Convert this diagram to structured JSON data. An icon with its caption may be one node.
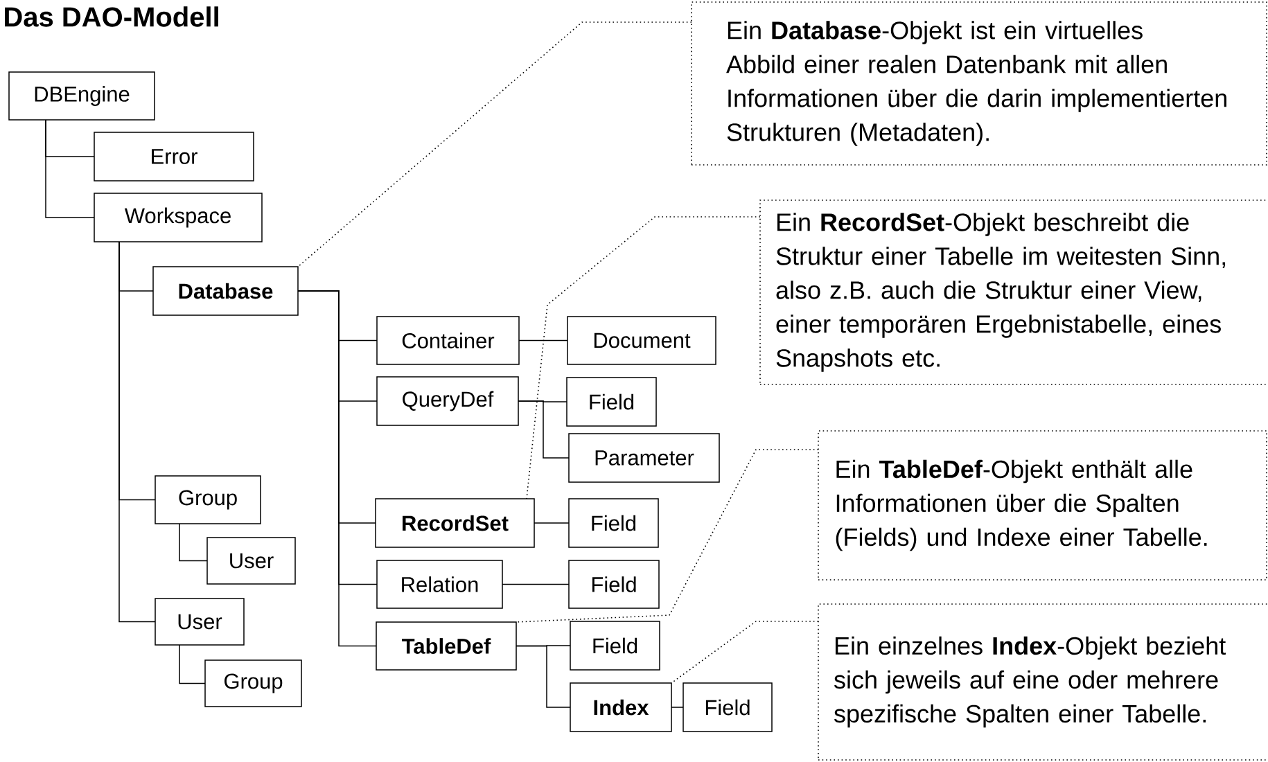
{
  "diagram": {
    "title": "Das DAO-Modell",
    "nodes": [
      {
        "text": [
          "DBEngine"
        ]
      },
      {
        "text": [
          "Error"
        ]
      },
      {
        "text": [
          "Workspace"
        ]
      },
      {
        "text": [
          "Database"
        ]
      },
      {
        "text": [
          "Container"
        ]
      },
      {
        "text": [
          "Document"
        ]
      },
      {
        "text": [
          "QueryDef"
        ]
      },
      {
        "text": [
          "Field"
        ]
      },
      {
        "text": [
          "Parameter"
        ]
      },
      {
        "text": [
          "Group"
        ]
      },
      {
        "text": [
          "User"
        ]
      },
      {
        "text": [
          "RecordSet"
        ]
      },
      {
        "text": [
          "Field"
        ]
      },
      {
        "text": [
          "Relation"
        ]
      },
      {
        "text": [
          "Field"
        ]
      },
      {
        "text": [
          "User"
        ]
      },
      {
        "text": [
          "Group"
        ]
      },
      {
        "text": [
          "TableDef"
        ]
      },
      {
        "text": [
          "Field"
        ]
      },
      {
        "text": [
          "Index"
        ]
      },
      {
        "text": [
          "Field"
        ]
      },
      {
        "text": [
          "Ein **Database**-Objekt ist ein virtuelles Abbild einer realen Datenbank mit allen Informationen über die darin implementierten Strukturen (Metadaten)."
        ]
      },
      {
        "text": [
          "Ein **RecordSet**-Objekt beschreibt die Struktur einer Tabelle im weitesten Sinn, also z.B. auch die Struktur einer View, einer temporären Ergebnistabelle, eines Snapshots etc."
        ]
      },
      {
        "text": [
          "Ein **TableDef**-Objekt enthält alle Informationen über die Spalten (Fields) und Indexe einer Tabelle."
        ]
      },
      {
        "text": [
          "Ein einzelnes **Index**-Objekt bezieht sich jeweils auf eine oder mehrere spezifische Spalten einer Tabelle."
        ]
      }
    ],
    "edges": [
      {
        "from": 0,
        "to": 1,
        "arrow": "none"
      },
      {
        "from": 0,
        "to": 2,
        "arrow": "none"
      },
      {
        "from": 2,
        "to": 3,
        "arrow": "none"
      },
      {
        "from": 2,
        "to": 9,
        "arrow": "none"
      },
      {
        "from": 2,
        "to": 15,
        "arrow": "none"
      },
      {
        "from": 3,
        "to": 4,
        "arrow": "none"
      },
      {
        "from": 3,
        "to": 6,
        "arrow": "none"
      },
      {
        "from": 3,
        "to": 11,
        "arrow": "none"
      },
      {
        "from": 3,
        "to": 13,
        "arrow": "none"
      },
      {
        "from": 3,
        "to": 17,
        "arrow": "none"
      },
      {
        "from": 4,
        "to": 5,
        "arrow": "none"
      },
      {
        "from": 6,
        "to": 7,
        "arrow": "none"
      },
      {
        "from": 6,
        "to": 8,
        "arrow": "none"
      },
      {
        "from": 9,
        "to": 10,
        "arrow": "none"
      },
      {
        "from": 11,
        "to": 12,
        "arrow": "none"
      },
      {
        "from": 13,
        "to": 14,
        "arrow": "none"
      },
      {
        "from": 15,
        "to": 16,
        "arrow": "none"
      },
      {
        "from": 17,
        "to": 18,
        "arrow": "none"
      },
      {
        "from": 17,
        "to": 19,
        "arrow": "none"
      },
      {
        "from": 19,
        "to": 20,
        "arrow": "none"
      },
      {
        "from": 21,
        "to": 3,
        "arrow": "none",
        "style": "dashed"
      },
      {
        "from": 22,
        "to": 11,
        "arrow": "none",
        "style": "dashed"
      },
      {
        "from": 23,
        "to": 17,
        "arrow": "none",
        "style": "dashed"
      },
      {
        "from": 24,
        "to": 19,
        "arrow": "none",
        "style": "dashed"
      }
    ]
  }
}
